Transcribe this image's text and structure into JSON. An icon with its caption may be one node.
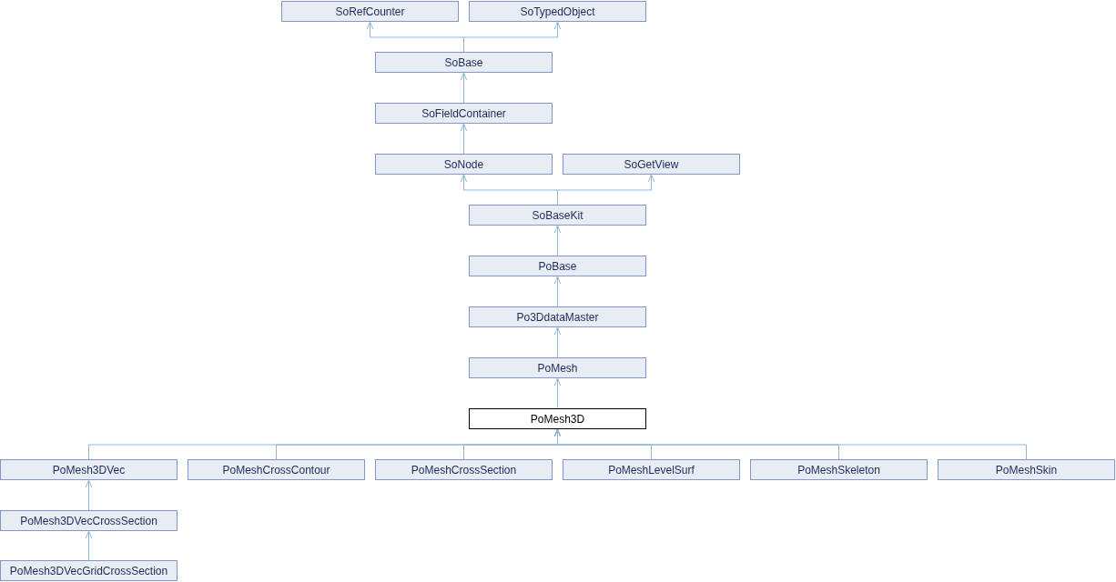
{
  "diagram": {
    "nodes": [
      {
        "text": [
          "SoRefCounter"
        ]
      },
      {
        "text": [
          "SoTypedObject"
        ]
      },
      {
        "text": [
          "SoBase"
        ]
      },
      {
        "text": [
          "SoFieldContainer"
        ]
      },
      {
        "text": [
          "SoNode"
        ]
      },
      {
        "text": [
          "SoGetView"
        ]
      },
      {
        "text": [
          "SoBaseKit"
        ]
      },
      {
        "text": [
          "PoBase"
        ]
      },
      {
        "text": [
          "Po3DdataMaster"
        ]
      },
      {
        "text": [
          "PoMesh"
        ]
      },
      {
        "text": [
          "PoMesh3D"
        ]
      },
      {
        "text": [
          "PoMesh3DVec"
        ]
      },
      {
        "text": [
          "PoMeshCrossContour"
        ]
      },
      {
        "text": [
          "PoMeshCrossSection"
        ]
      },
      {
        "text": [
          "PoMeshLevelSurf"
        ]
      },
      {
        "text": [
          "PoMeshSkeleton"
        ]
      },
      {
        "text": [
          "PoMeshSkin"
        ]
      },
      {
        "text": [
          "PoMesh3DVecCrossSection"
        ]
      },
      {
        "text": [
          "PoMesh3DVecGridCrossSection"
        ]
      }
    ],
    "edges": [
      {
        "from": 2,
        "to": 0,
        "arrow": "to"
      },
      {
        "from": 2,
        "to": 1,
        "arrow": "to"
      },
      {
        "from": 3,
        "to": 2,
        "arrow": "to"
      },
      {
        "from": 4,
        "to": 3,
        "arrow": "to"
      },
      {
        "from": 6,
        "to": 4,
        "arrow": "to"
      },
      {
        "from": 6,
        "to": 5,
        "arrow": "to"
      },
      {
        "from": 7,
        "to": 6,
        "arrow": "to"
      },
      {
        "from": 8,
        "to": 7,
        "arrow": "to"
      },
      {
        "from": 9,
        "to": 8,
        "arrow": "to"
      },
      {
        "from": 10,
        "to": 9,
        "arrow": "to"
      },
      {
        "from": 11,
        "to": 10,
        "arrow": "to"
      },
      {
        "from": 12,
        "to": 10,
        "arrow": "to"
      },
      {
        "from": 13,
        "to": 10,
        "arrow": "to"
      },
      {
        "from": 14,
        "to": 10,
        "arrow": "to"
      },
      {
        "from": 15,
        "to": 10,
        "arrow": "to"
      },
      {
        "from": 16,
        "to": 10,
        "arrow": "to"
      },
      {
        "from": 17,
        "to": 11,
        "arrow": "to"
      },
      {
        "from": 18,
        "to": 17,
        "arrow": "to"
      }
    ]
  }
}
